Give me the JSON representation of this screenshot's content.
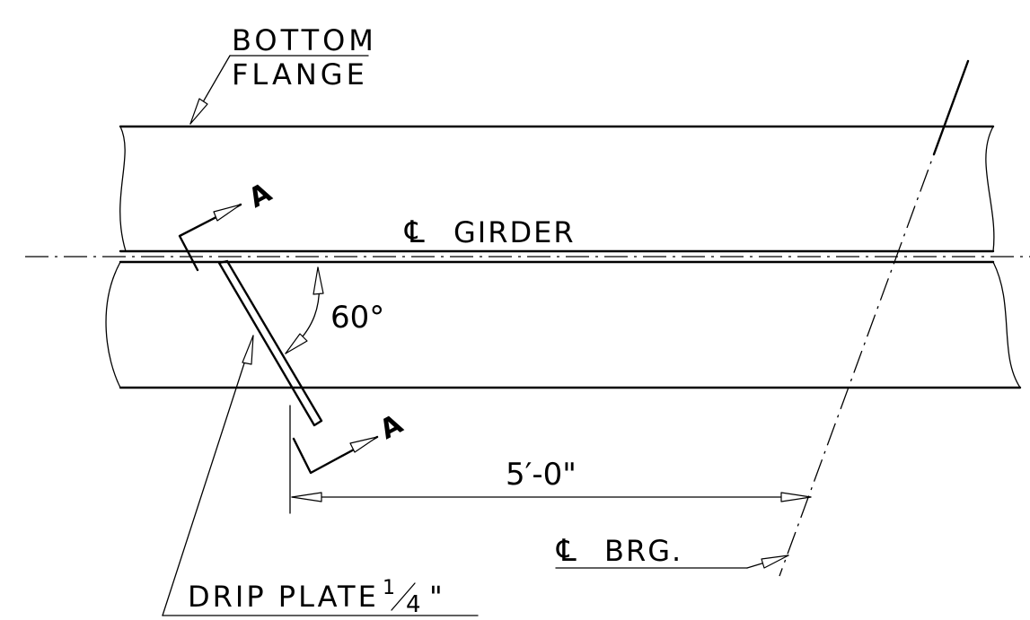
{
  "labels": {
    "bottom_flange_line1": "BOTTOM",
    "bottom_flange_line2": "FLANGE",
    "cl_symbol": "℄",
    "cl_girder": "GIRDER",
    "angle": "60°",
    "section_mark": "A",
    "dimension": "5′-0\"",
    "cl_bearing": "BRG.",
    "drip_plate": "DRIP PLATE",
    "drip_plate_thickness_num": "1",
    "drip_plate_thickness_den": "4",
    "inch_mark": "\""
  }
}
